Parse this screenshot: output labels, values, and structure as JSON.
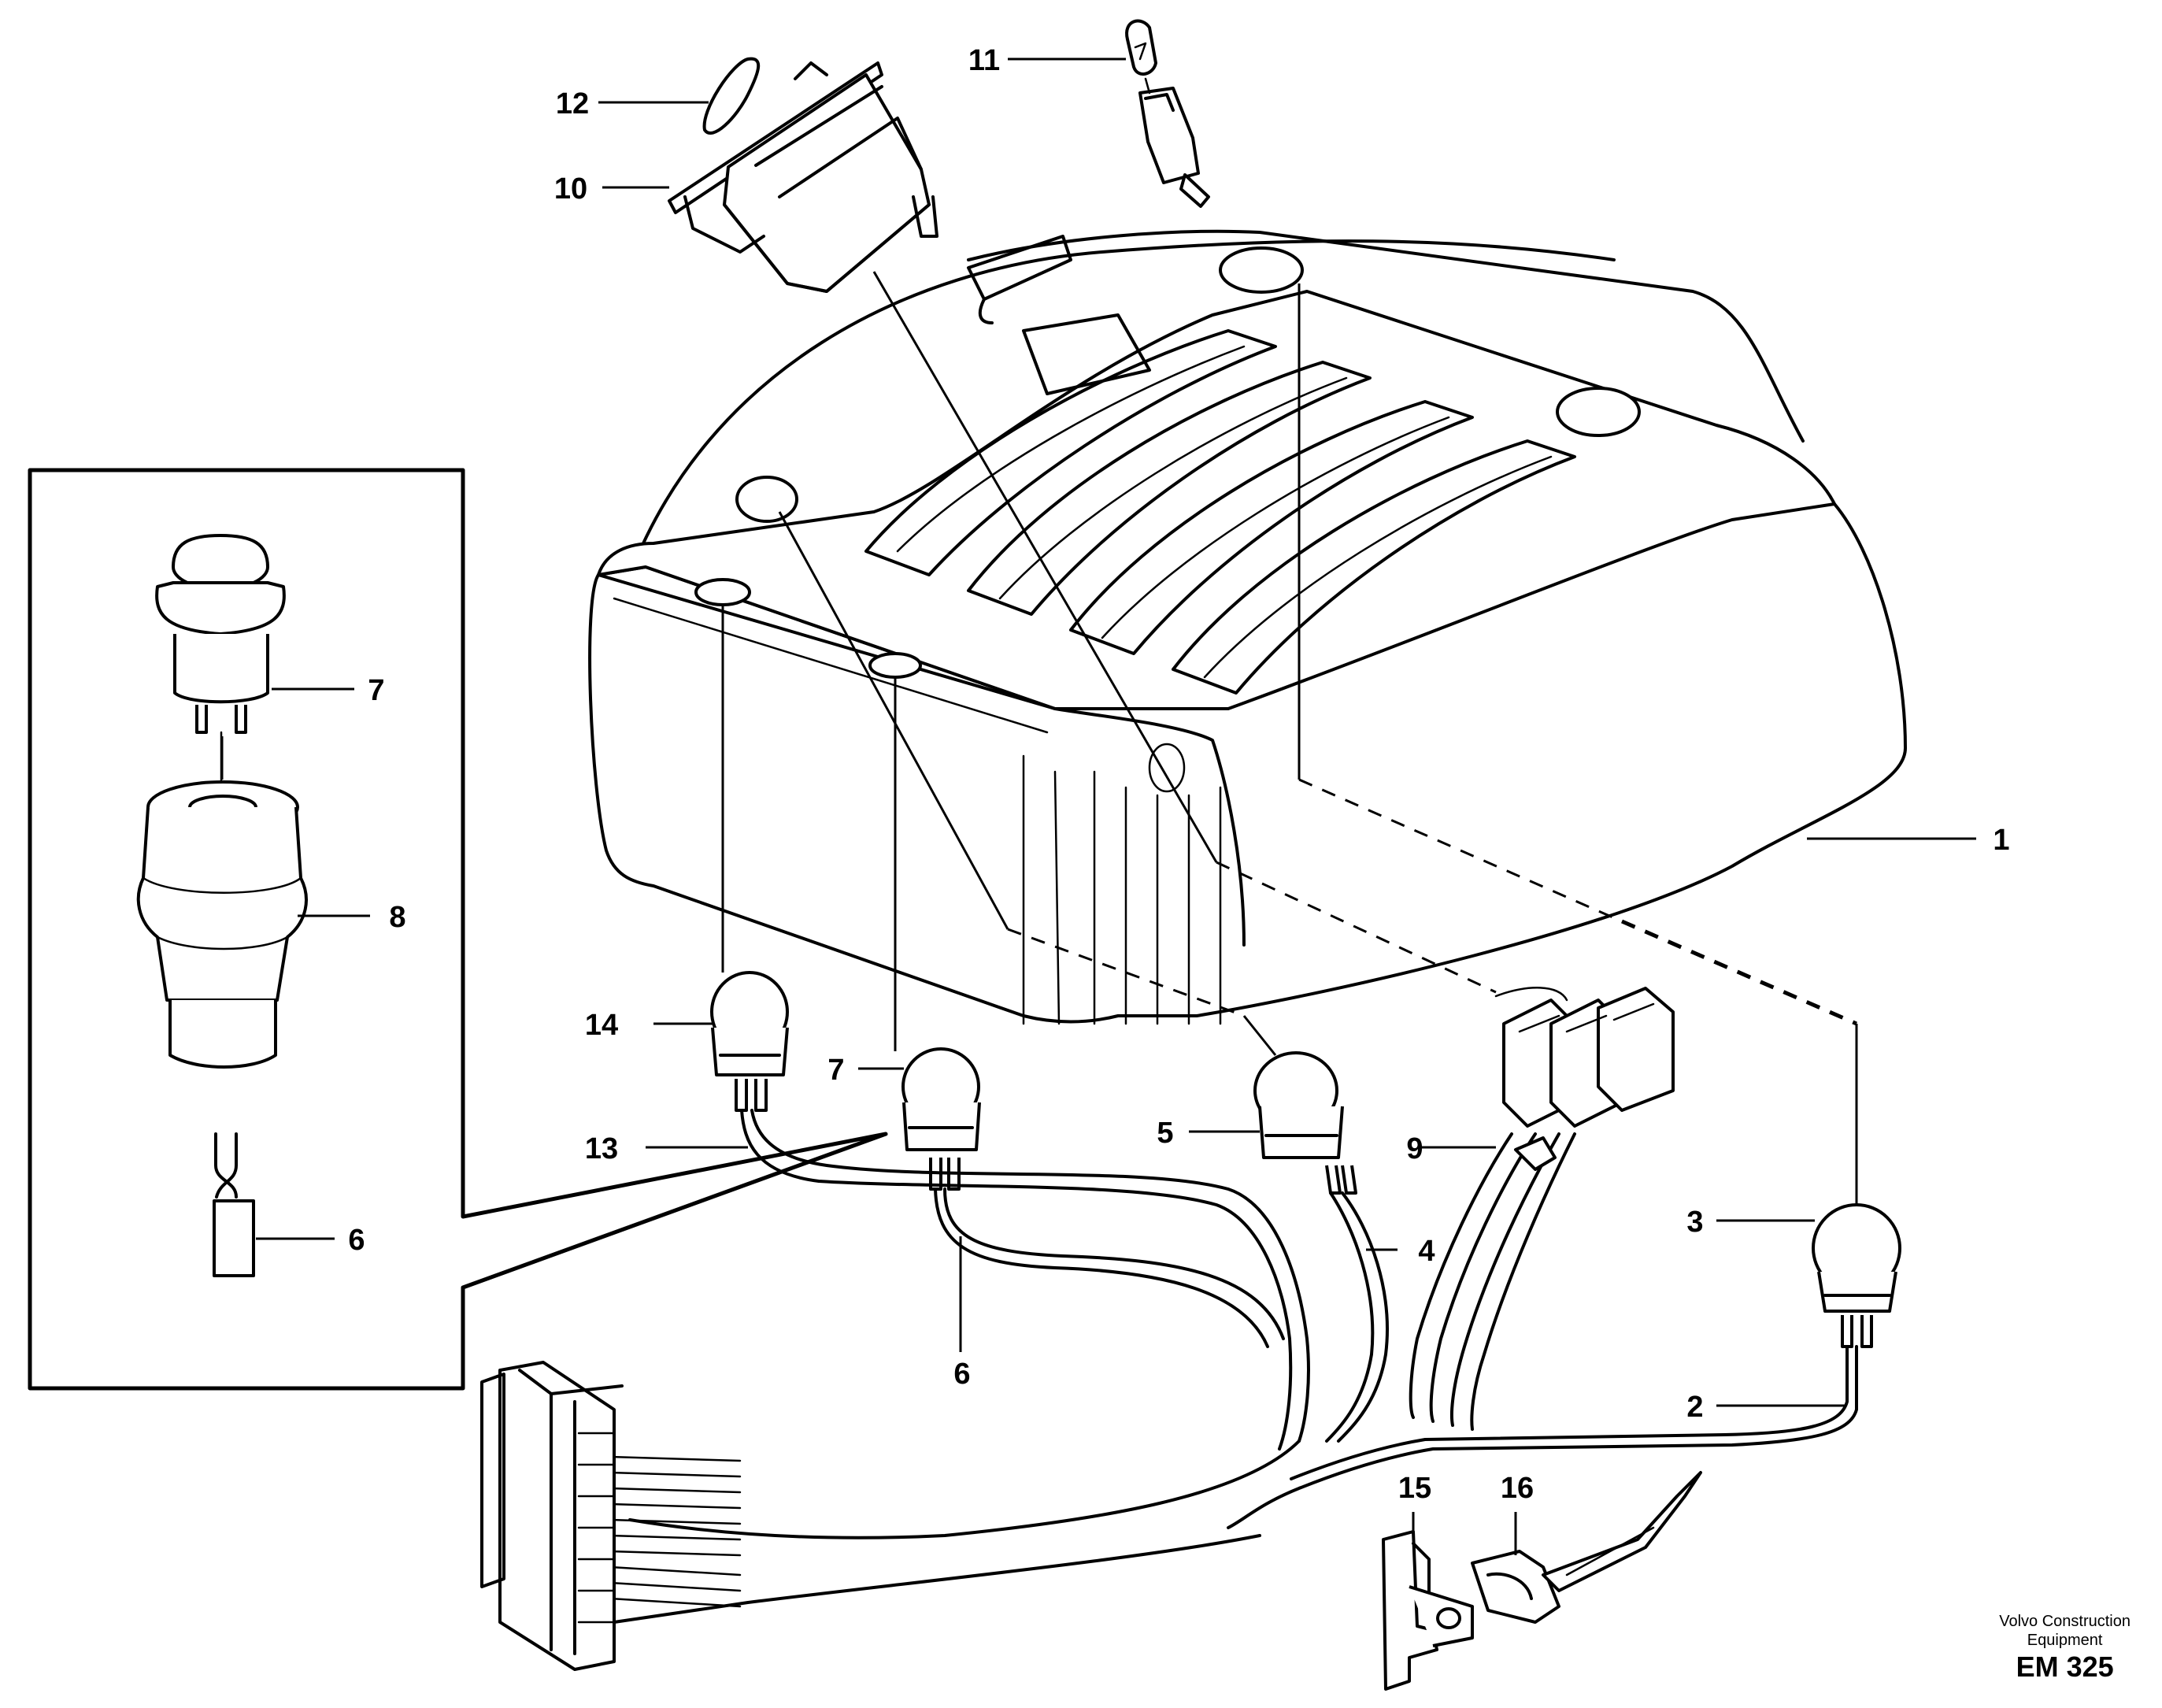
{
  "callouts": {
    "c1": "1",
    "c2": "2",
    "c3": "3",
    "c4": "4",
    "c5": "5",
    "c6a": "6",
    "c6b": "6",
    "c7a": "7",
    "c7b": "7",
    "c8": "8",
    "c9": "9",
    "c10": "10",
    "c11": "11",
    "c12": "12",
    "c13": "13",
    "c14": "14",
    "c15": "15",
    "c16": "16"
  },
  "footer": {
    "manufacturer_line1": "Volvo Construction",
    "manufacturer_line2": "Equipment",
    "drawing_code": "EM 325"
  }
}
